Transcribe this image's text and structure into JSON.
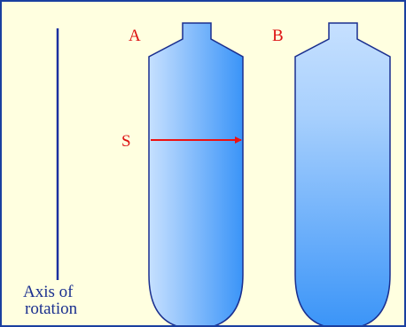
{
  "labels": {
    "container_a": "A",
    "container_b": "B",
    "section": "S",
    "axis_line1": "Axis of",
    "axis_line2": "rotation"
  },
  "colors": {
    "background": "#ffffe0",
    "frame": "#1a3fa0",
    "outline": "#1a2f8f",
    "axis": "#1a2fa0",
    "label_red": "#dd1111",
    "arrow": "#ee1111",
    "label_blue": "#1a2f8f",
    "fill_light": "#c6e0ff",
    "fill_dark": "#3a94f8"
  }
}
